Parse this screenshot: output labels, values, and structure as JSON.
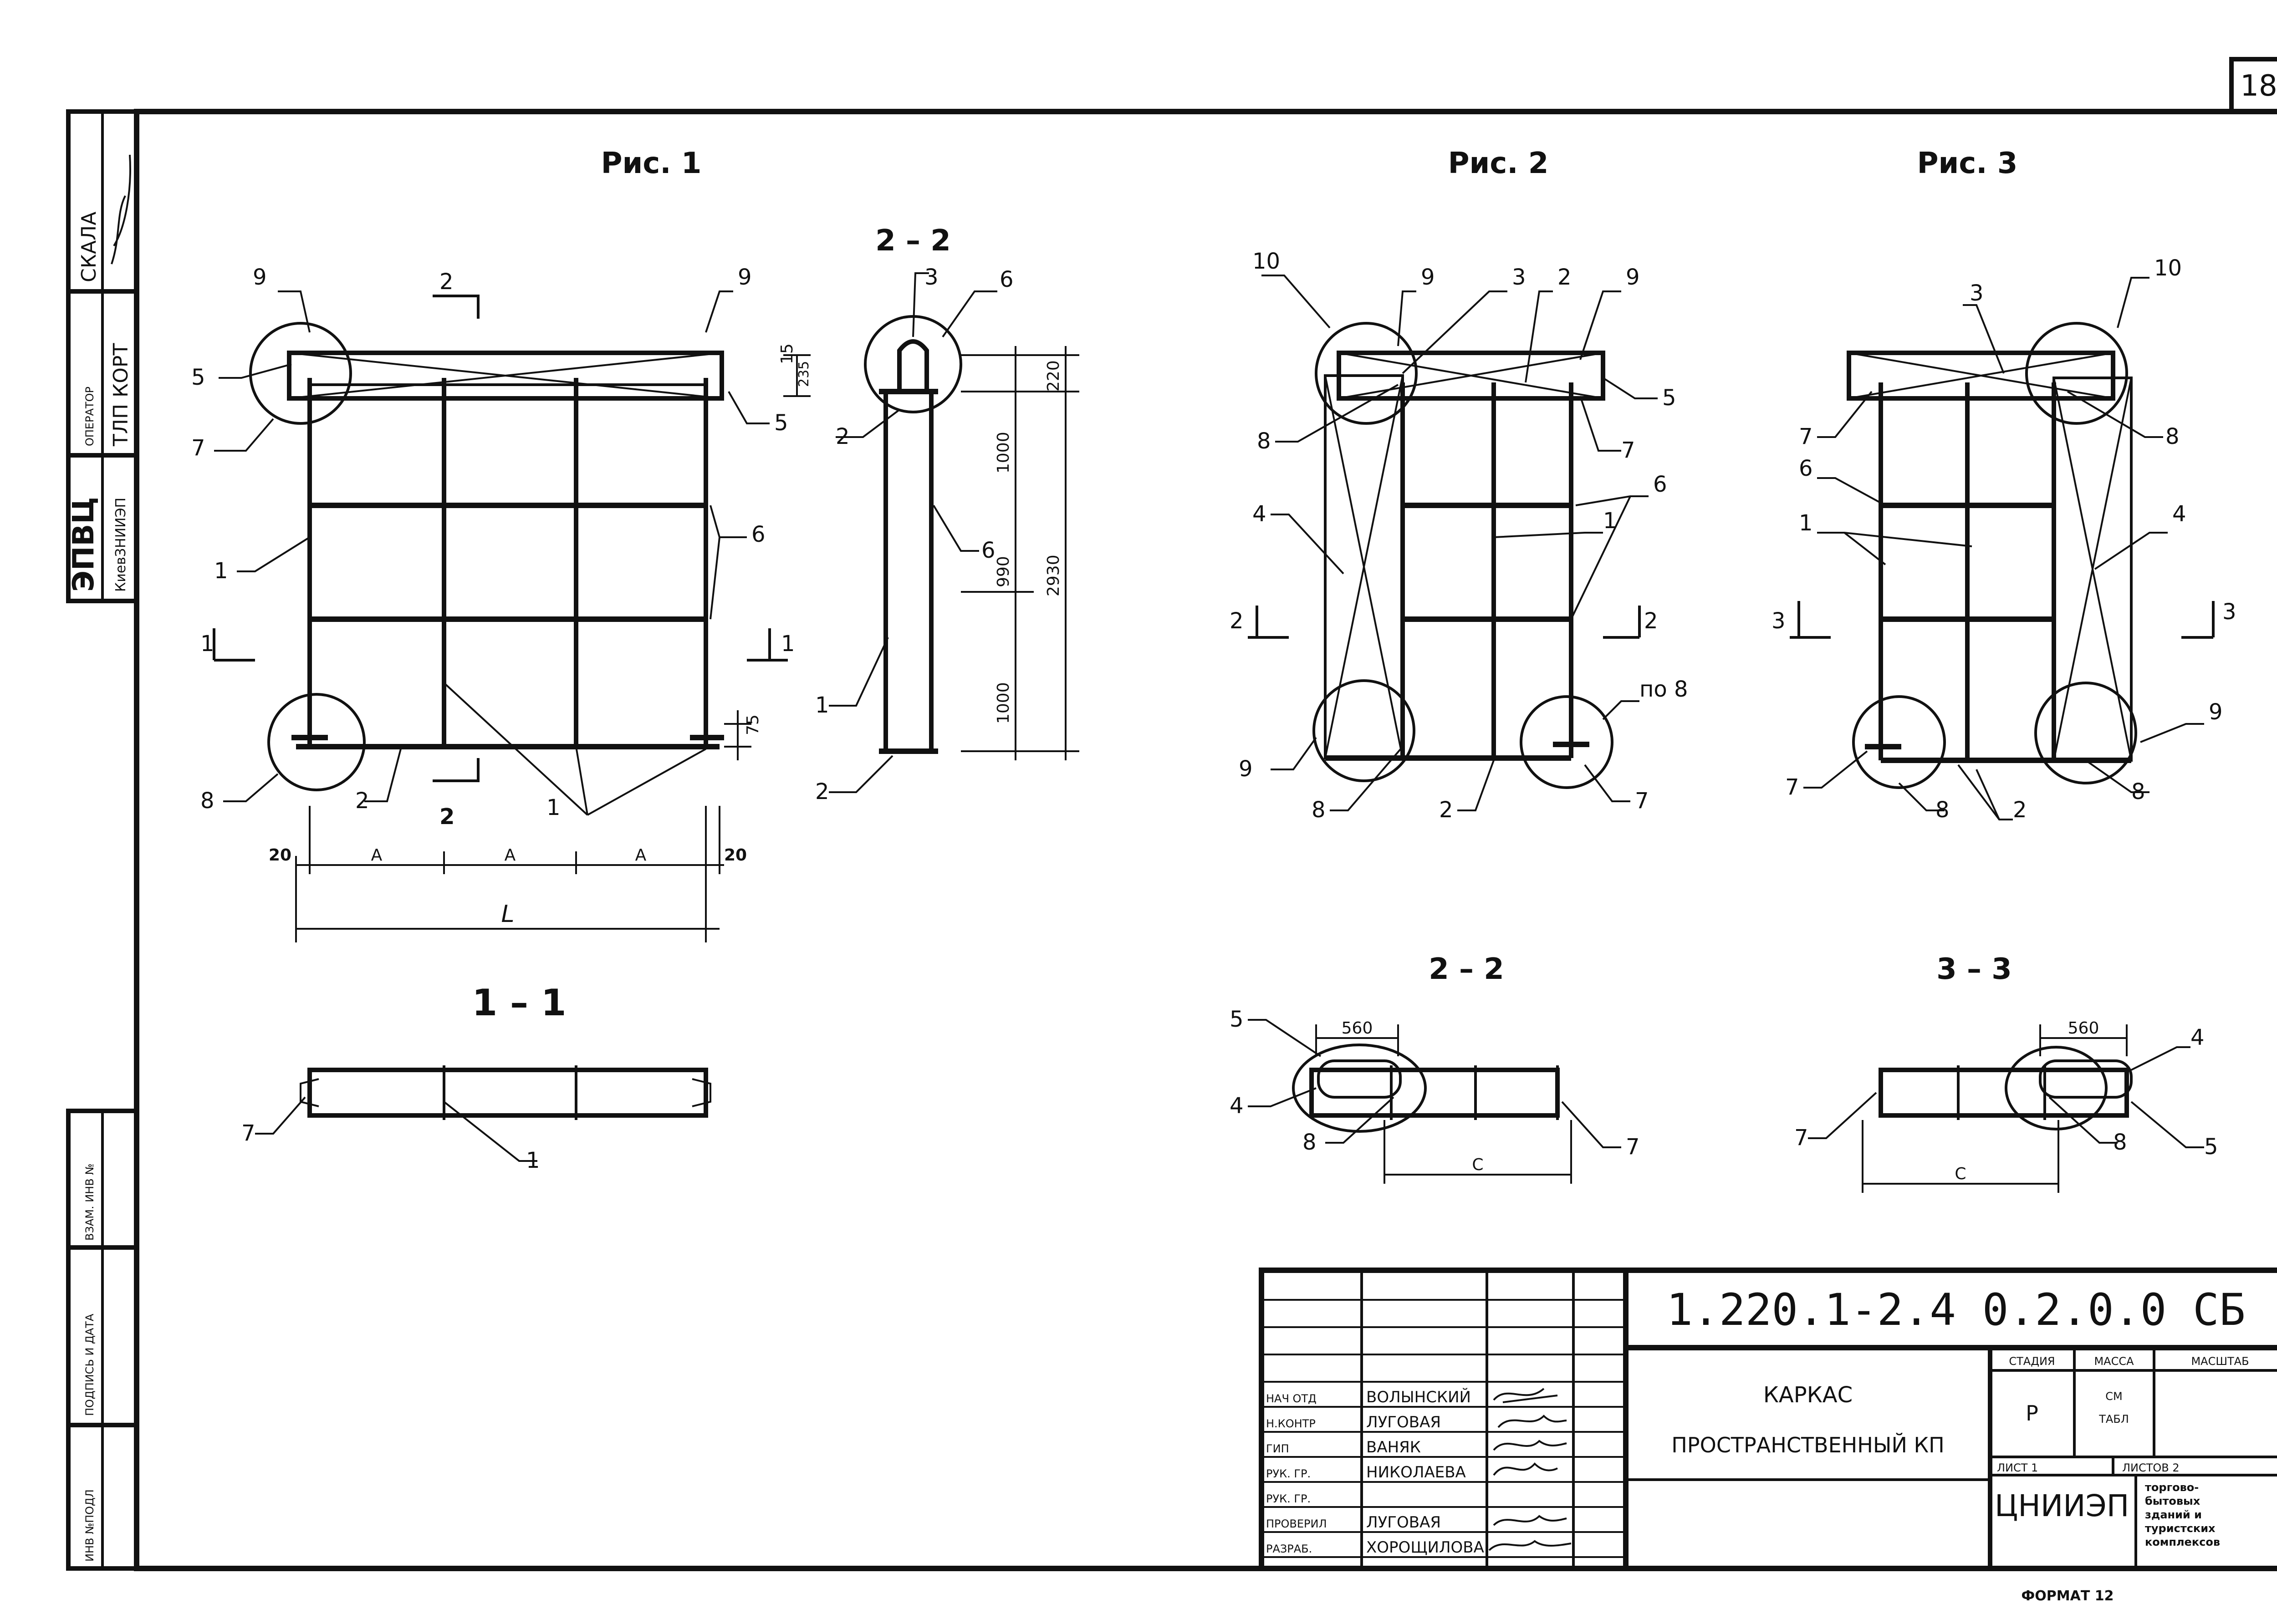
{
  "sheet": {
    "page_number": "18",
    "format_label": "ФОРМАТ 12"
  },
  "left_strip": {
    "org_big": "ЭПВЦ",
    "org_small": "КиевЗНИИЭП",
    "operator_label": "ОПЕРАТОР",
    "operator_value": "ТЛП КОРТ",
    "scale_label": "СКАЛА",
    "vzam_inv": "ВЗАМ. ИНВ №",
    "podpis_data": "ПОДПИСЬ И ДАТА",
    "inv_podl": "ИНВ №ПОДЛ"
  },
  "fig1": {
    "title": "Рис. 1",
    "section_title": "2 – 2",
    "section_11_title": "1 – 1",
    "marks": {
      "m9a": "9",
      "m9b": "9",
      "m5a": "5",
      "m5b": "5",
      "m7": "7",
      "m1": "1",
      "m6": "6",
      "m8": "8",
      "m2": "2",
      "m1b": "1",
      "s2_top": "2",
      "s2_bot": "2",
      "s1_left": "1",
      "s1_right": "1",
      "p3": "3",
      "p6a": "6",
      "p6b": "6",
      "p2": "2",
      "p1": "1",
      "p2b": "2",
      "c7": "7",
      "c1": "1"
    },
    "dims": {
      "d20a": "20",
      "dA1": "A",
      "dA2": "A",
      "dA3": "A",
      "d20b": "20",
      "dL": "L",
      "d75": "75",
      "d15": "15",
      "d235": "235",
      "d220": "220",
      "d1000a": "1000",
      "d990": "990",
      "d1000b": "1000",
      "d2930": "2930"
    }
  },
  "fig2": {
    "title": "Рис. 2",
    "section_title": "2 – 2",
    "marks": {
      "m10": "10",
      "m9a": "9",
      "m3": "3",
      "m2": "2",
      "m9b": "9",
      "m5": "5",
      "m8": "8",
      "m7": "7",
      "m4": "4",
      "m6": "6",
      "m1": "1",
      "s2l": "2",
      "s2r": "2",
      "po8": "по 8",
      "m9c": "9",
      "m8b": "8",
      "m2b": "2",
      "m7b": "7",
      "c5": "5",
      "c4": "4",
      "c8": "8",
      "c7": "7"
    },
    "dims": {
      "d560": "560",
      "dC": "C"
    }
  },
  "fig3": {
    "title": "Рис. 3",
    "section_title": "3 – 3",
    "marks": {
      "m3": "3",
      "m10": "10",
      "m7": "7",
      "m8": "8",
      "m6": "6",
      "m1": "1",
      "m4": "4",
      "s3l": "3",
      "s3r": "3",
      "m9": "9",
      "m7b": "7",
      "m8b": "8",
      "m2": "2",
      "m8c": "8",
      "c7": "7",
      "c4": "4",
      "c8": "8",
      "c5": "5"
    },
    "dims": {
      "d560": "560",
      "dC": "C"
    }
  },
  "title_block": {
    "code": "1.220.1-2.4 0.2.0.0 СБ",
    "name_line1": "КАРКАС",
    "name_line2": "ПРОСТРАНСТВЕННЫЙ  КП",
    "stage_label": "СТАДИЯ",
    "mass_label": "МАССА",
    "scale_label": "МАСШТАБ",
    "stage_value": "Р",
    "mass_value_1": "СМ",
    "mass_value_2": "ТАБЛ",
    "sheet_label": "ЛИСТ 1",
    "sheets_label": "ЛИСТОВ 2",
    "org_name": "ЦНИИЭП",
    "org_desc_1": "торгово-",
    "org_desc_2": "бытовых",
    "org_desc_3": "зданий и",
    "org_desc_4": "туристских",
    "org_desc_5": "комплексов",
    "staff": [
      {
        "role": "НАЧ ОТД",
        "name": "ВОЛЫНСКИЙ"
      },
      {
        "role": "Н.КОНТР",
        "name": "ЛУГОВАЯ"
      },
      {
        "role": "ГИП",
        "name": "ВАНЯК"
      },
      {
        "role": "РУК. ГР.",
        "name": "НИКОЛАЕВА"
      },
      {
        "role": "РУК. ГР.",
        "name": ""
      },
      {
        "role": "ПРОВЕРИЛ",
        "name": "ЛУГОВАЯ"
      },
      {
        "role": "РАЗРАБ.",
        "name": "ХОРОЩИЛОВА"
      }
    ]
  }
}
